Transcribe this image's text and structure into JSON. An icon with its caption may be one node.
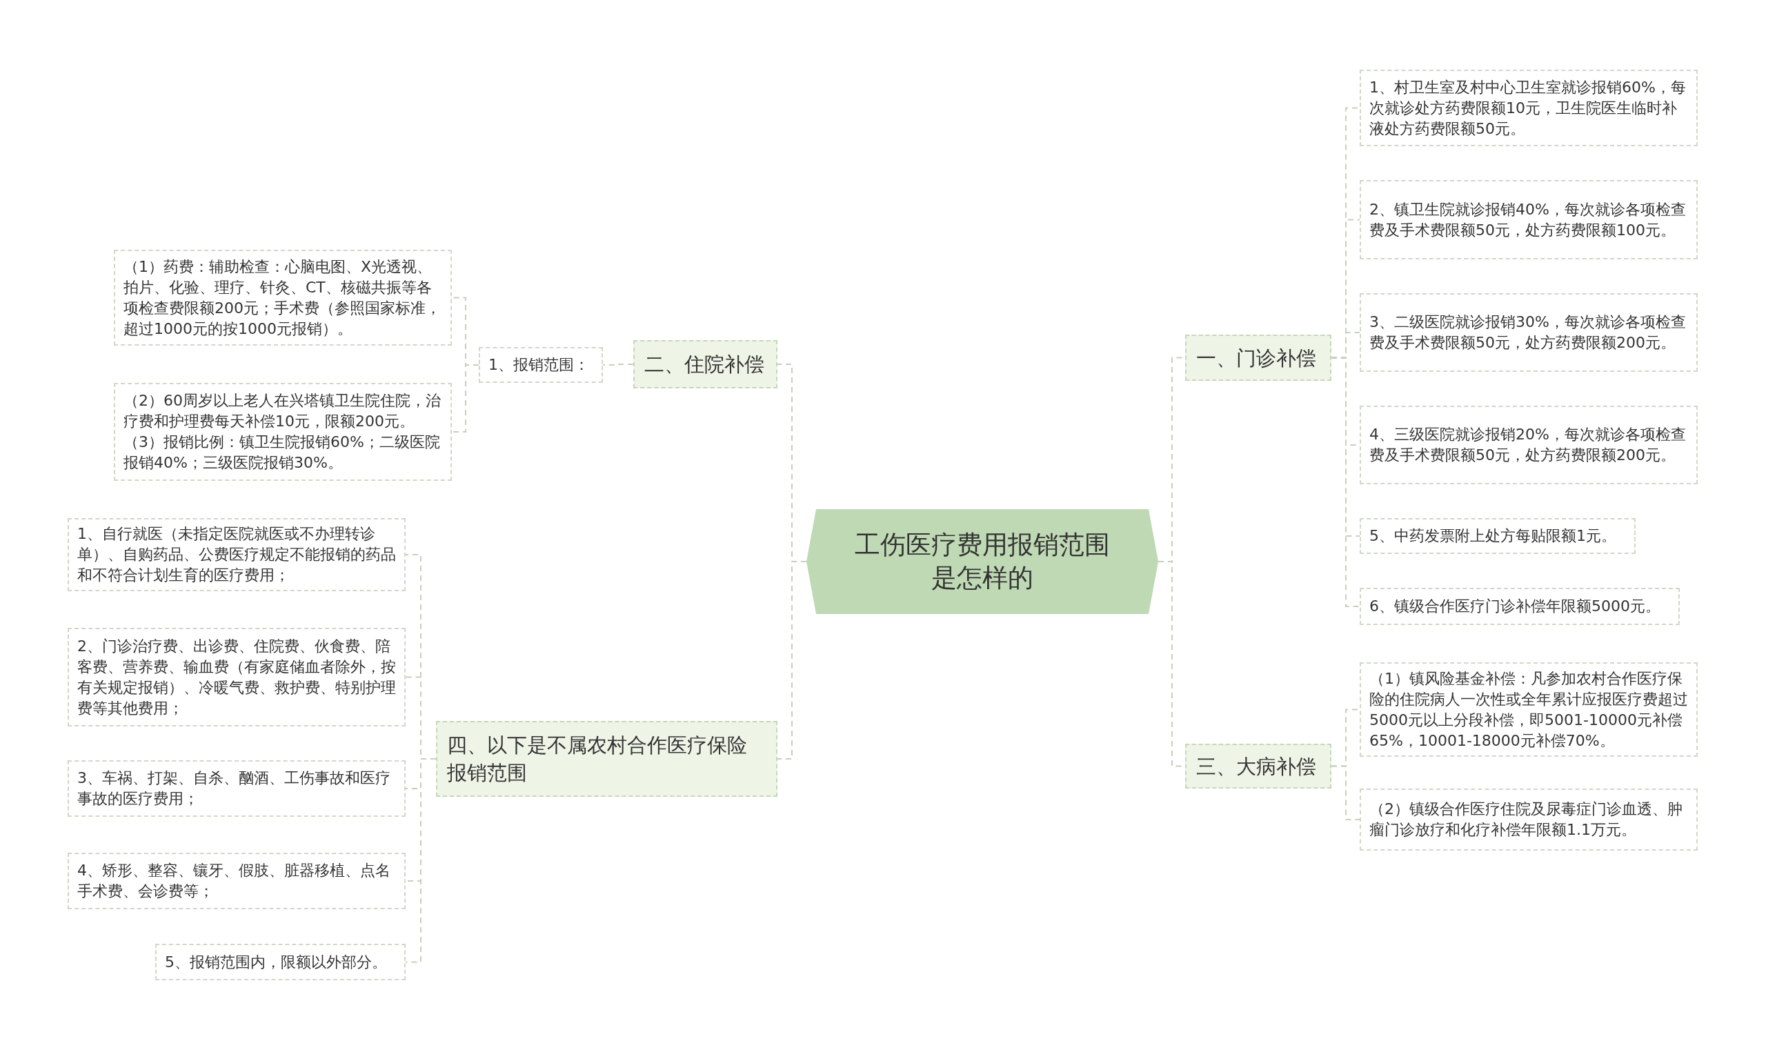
{
  "diagram": {
    "nodes": [
      {
        "text": [
          "工伤医疗费用报销范围是怎样的"
        ]
      },
      {
        "text": [
          "一、门诊补偿"
        ]
      },
      {
        "text": [
          "1、村卫生室及村中心卫生室就诊报销60%，每次就诊处方药费限额10元，卫生院医生临时补液处方药费限额50元。"
        ]
      },
      {
        "text": [
          "2、镇卫生院就诊报销40%，每次就诊各项检查费及手术费限额50元，处方药费限额100元。"
        ]
      },
      {
        "text": [
          "3、二级医院就诊报销30%，每次就诊各项检查费及手术费限额50元，处方药费限额200元。"
        ]
      },
      {
        "text": [
          "4、三级医院就诊报销20%，每次就诊各项检查费及手术费限额50元，处方药费限额200元。"
        ]
      },
      {
        "text": [
          "5、中药发票附上处方每贴限额1元。"
        ]
      },
      {
        "text": [
          "6、镇级合作医疗门诊补偿年限额5000元。"
        ]
      },
      {
        "text": [
          "三、大病补偿"
        ]
      },
      {
        "text": [
          "（1）镇风险基金补偿：凡参加农村合作医疗保险的住院病人一次性或全年累计应报医疗费超过5000元以上分段补偿，即5001-10000元补偿65%，10001-18000元补偿70%。"
        ]
      },
      {
        "text": [
          "（2）镇级合作医疗住院及尿毒症门诊血透、肿瘤门诊放疗和化疗补偿年限额1.1万元。"
        ]
      },
      {
        "text": [
          "二、住院补偿"
        ]
      },
      {
        "text": [
          "1、报销范围："
        ]
      },
      {
        "text": [
          "（1）药费：辅助检查：心脑电图、X光透视、拍片、化验、理疗、针灸、CT、核磁共振等各项检查费限额200元；手术费（参照国家标准，超过1000元的按1000元报销）。"
        ]
      },
      {
        "text": [
          "（2）60周岁以上老人在兴塔镇卫生院住院，治疗费和护理费每天补偿10元，限额200元。（3）报销比例：镇卫生院报销60%；二级医院报销40%；三级医院报销30%。"
        ]
      },
      {
        "text": [
          "四、以下是不属农村合作医疗保险报销范围"
        ]
      },
      {
        "text": [
          "1、自行就医（未指定医院就医或不办理转诊单）、自购药品、公费医疗规定不能报销的药品和不符合计划生育的医疗费用；"
        ]
      },
      {
        "text": [
          "2、门诊治疗费、出诊费、住院费、伙食费、陪客费、营养费、输血费（有家庭储血者除外，按有关规定报销）、冷暖气费、救护费、特别护理费等其他费用；"
        ]
      },
      {
        "text": [
          "3、车祸、打架、自杀、酗酒、工伤事故和医疗事故的医疗费用；"
        ]
      },
      {
        "text": [
          "4、矫形、整容、镶牙、假肢、脏器移植、点名手术费、会诊费等；"
        ]
      },
      {
        "text": [
          "5、报销范围内，限额以外部分。"
        ]
      }
    ],
    "edges": [
      {
        "from": 0,
        "to": 1,
        "arrow": "none"
      },
      {
        "from": 1,
        "to": 2,
        "arrow": "none"
      },
      {
        "from": 1,
        "to": 3,
        "arrow": "none"
      },
      {
        "from": 1,
        "to": 4,
        "arrow": "none"
      },
      {
        "from": 1,
        "to": 5,
        "arrow": "none"
      },
      {
        "from": 1,
        "to": 6,
        "arrow": "none"
      },
      {
        "from": 1,
        "to": 7,
        "arrow": "none"
      },
      {
        "from": 0,
        "to": 8,
        "arrow": "none"
      },
      {
        "from": 8,
        "to": 9,
        "arrow": "none"
      },
      {
        "from": 8,
        "to": 10,
        "arrow": "none"
      },
      {
        "from": 0,
        "to": 11,
        "arrow": "none"
      },
      {
        "from": 11,
        "to": 12,
        "arrow": "none"
      },
      {
        "from": 12,
        "to": 13,
        "arrow": "none"
      },
      {
        "from": 12,
        "to": 14,
        "arrow": "none"
      },
      {
        "from": 0,
        "to": 15,
        "arrow": "none"
      },
      {
        "from": 15,
        "to": 16,
        "arrow": "none"
      },
      {
        "from": 15,
        "to": 17,
        "arrow": "none"
      },
      {
        "from": 15,
        "to": 18,
        "arrow": "none"
      },
      {
        "from": 15,
        "to": 19,
        "arrow": "none"
      },
      {
        "from": 15,
        "to": 20,
        "arrow": "none"
      }
    ]
  }
}
